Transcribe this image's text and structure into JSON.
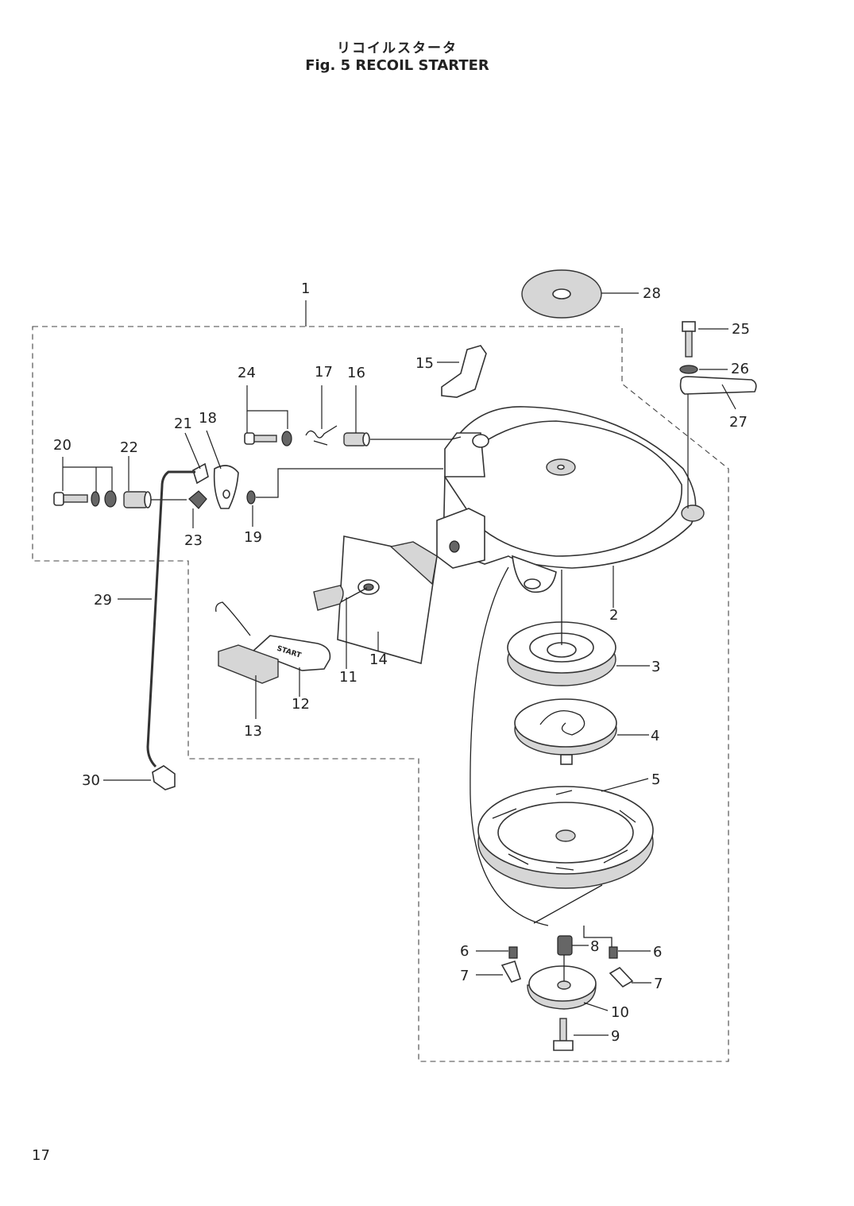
{
  "header": {
    "title_jp": "リコイルスタータ",
    "title_en": "Fig. 5   RECOIL STARTER"
  },
  "handle_label": "START",
  "footer": {
    "page_number": "17"
  },
  "callouts": [
    "1",
    "2",
    "3",
    "4",
    "5",
    "6",
    "6",
    "7",
    "7",
    "8",
    "9",
    "10",
    "11",
    "12",
    "13",
    "14",
    "15",
    "16",
    "17",
    "18",
    "19",
    "20",
    "21",
    "22",
    "23",
    "24",
    "25",
    "26",
    "27",
    "28",
    "29",
    "30"
  ]
}
